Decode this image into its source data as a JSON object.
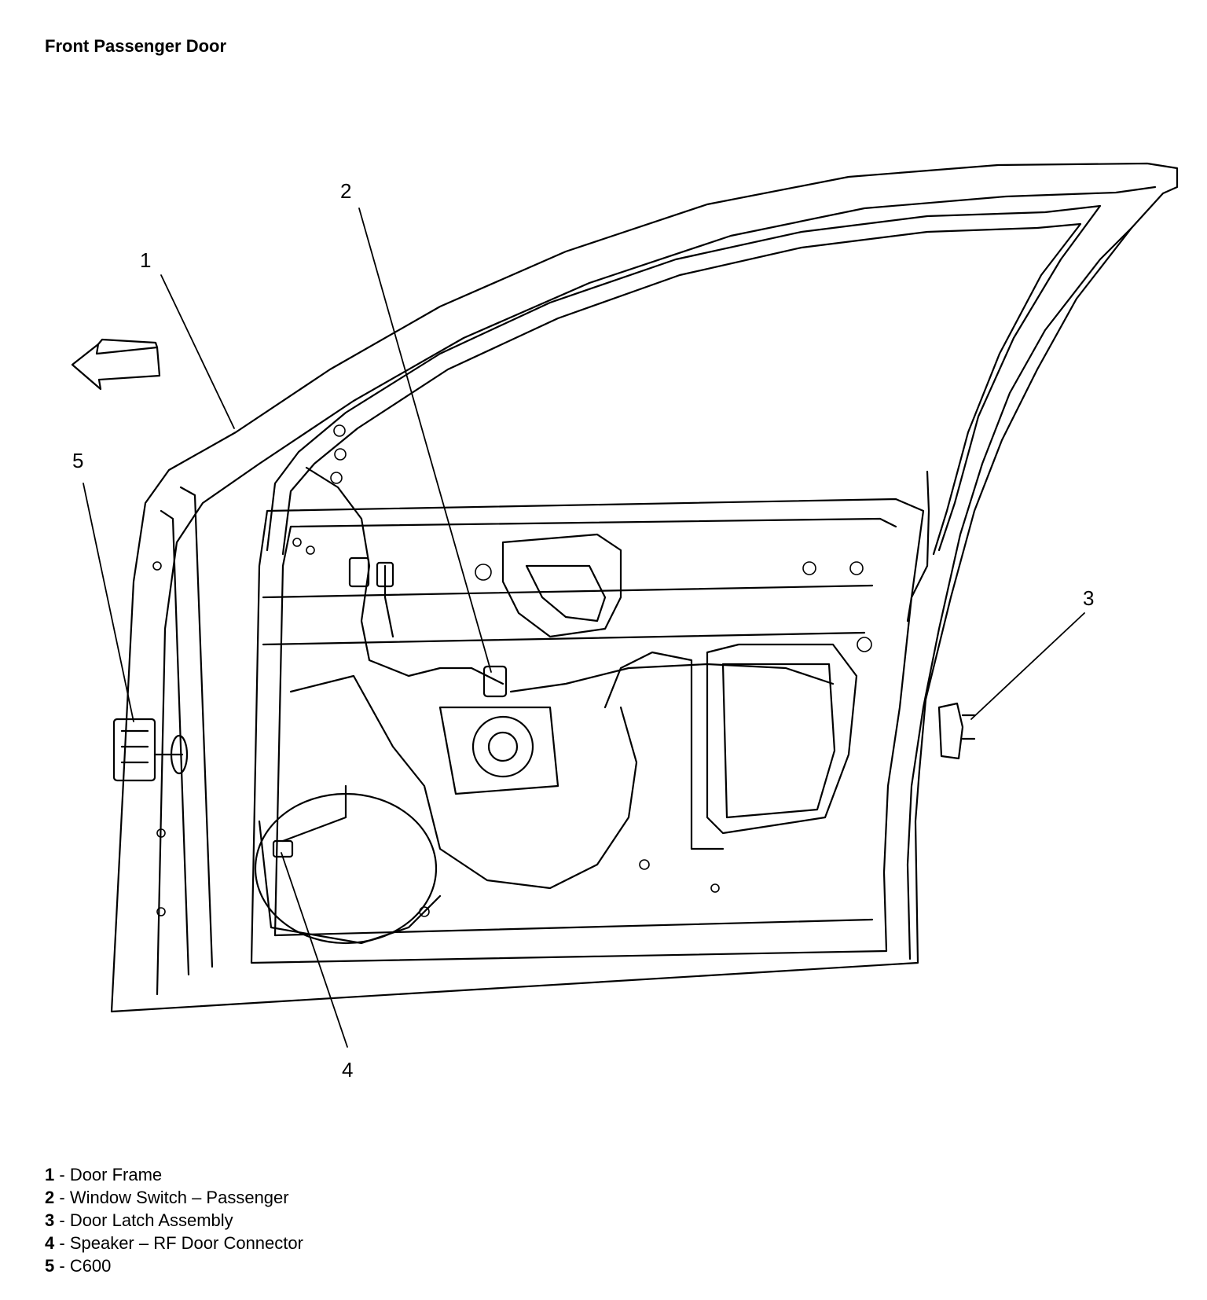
{
  "title": "Front Passenger Door",
  "callouts": [
    {
      "number": "1",
      "label": "Door Frame"
    },
    {
      "number": "2",
      "label": "Window Switch – Passenger"
    },
    {
      "number": "3",
      "label": "Door Latch Assembly"
    },
    {
      "number": "4",
      "label": "Speaker – RF Door Connector"
    },
    {
      "number": "5",
      "label": "C600"
    }
  ],
  "legend_separator": " - ",
  "direction_icon": "arrow-left-icon"
}
